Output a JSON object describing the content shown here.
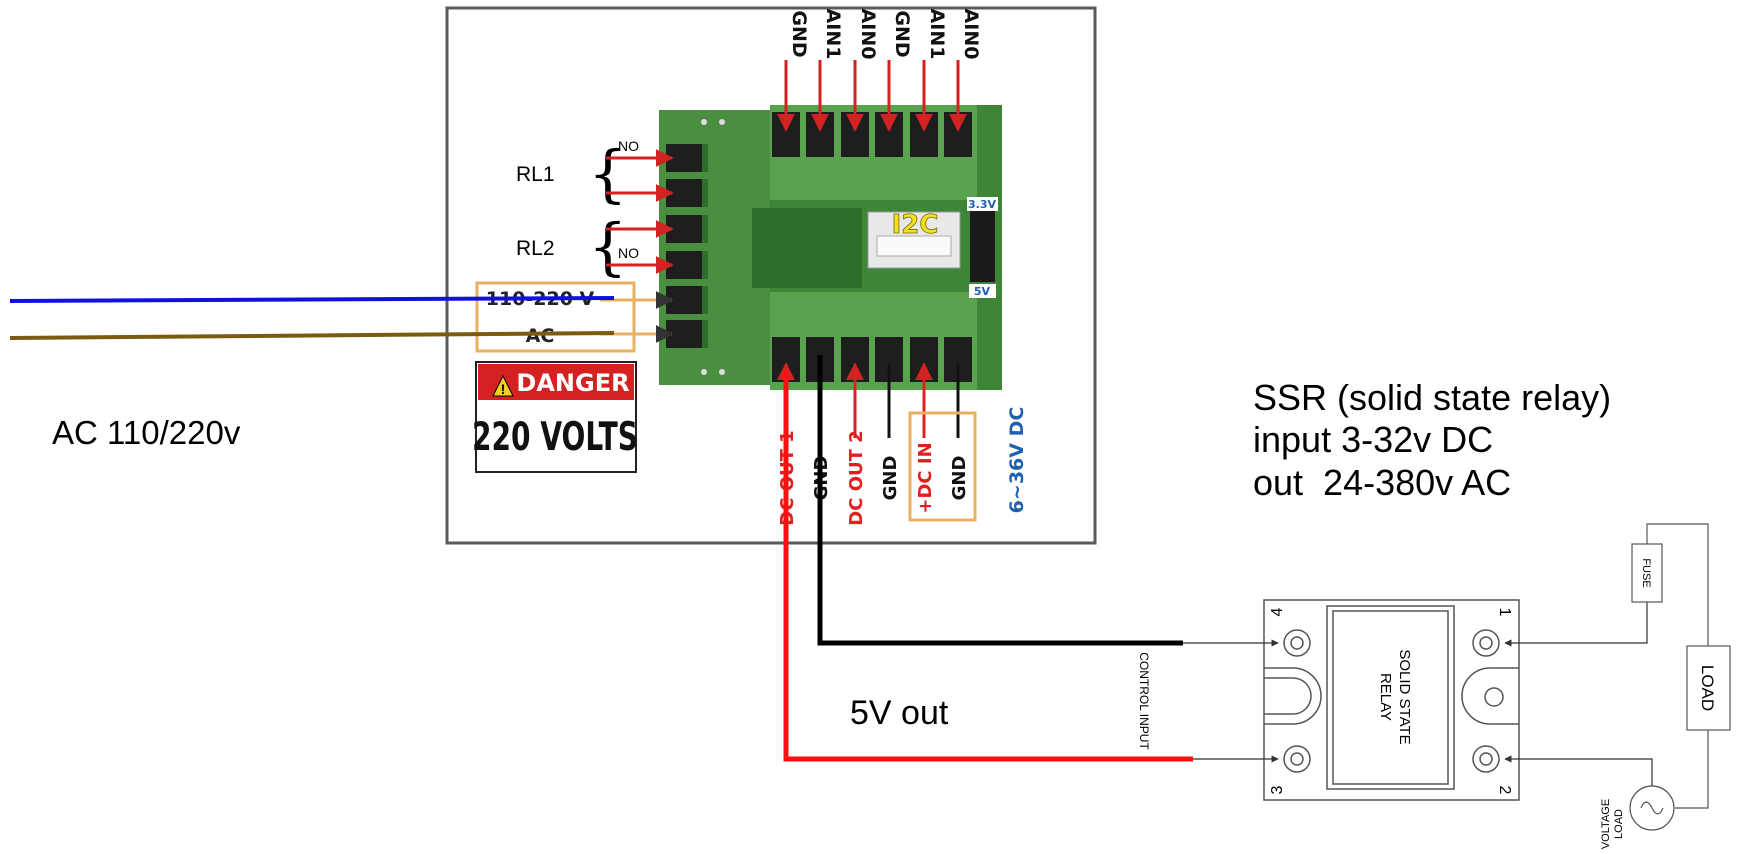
{
  "board": {
    "top_pins": [
      "GND",
      "AIN1",
      "AIN0",
      "GND",
      "AIN1",
      "AIN0"
    ],
    "bottom_pins": [
      {
        "text": "DC OUT 1",
        "color": "#e02020"
      },
      {
        "text": "GND",
        "color": "#111111"
      },
      {
        "text": "DC OUT 2",
        "color": "#e02020"
      },
      {
        "text": "GND",
        "color": "#111111"
      },
      {
        "text": "+DC IN",
        "color": "#e02020"
      },
      {
        "text": "GND",
        "color": "#111111"
      }
    ],
    "power_range": "6~36V DC",
    "i2c_label": "I2C",
    "v33_label": "3.3V",
    "v5_label": "5V",
    "rl1_label": "RL1",
    "rl2_label": "RL2",
    "no_label_1": "NO",
    "no_label_2": "NO",
    "ac_label_line1": "110-220 V",
    "ac_label_line2": "AC",
    "danger_label": "DANGER",
    "danger_volts": "220 VOLTS"
  },
  "annotations": {
    "ac_input": "AC 110/220v",
    "ssr_title": "SSR (solid state relay)",
    "ssr_input": "input 3-32v DC",
    "ssr_output": "out  24-380v AC",
    "five_v_out": "5V out"
  },
  "ssr": {
    "body_line1": "SOLID STATE",
    "body_line2": "RELAY",
    "control_input": "CONTROL INPUT",
    "terminals": [
      "1",
      "2",
      "3",
      "4"
    ],
    "fuse": "FUSE",
    "load": "LOAD",
    "load_voltage_line1": "LOAD",
    "load_voltage_line2": "VOLTAGE"
  },
  "colors": {
    "board_green": "#4a8f40",
    "board_dark": "#2f6e2a",
    "arrow_red": "#d42222",
    "wire_blue": "#1010e0",
    "wire_brown": "#7a5c10",
    "wire_red": "#ff1010",
    "wire_black": "#000000",
    "frame": "#5a5a5a",
    "highlight_box": "#e8b060",
    "blue_text": "#2060b0"
  }
}
